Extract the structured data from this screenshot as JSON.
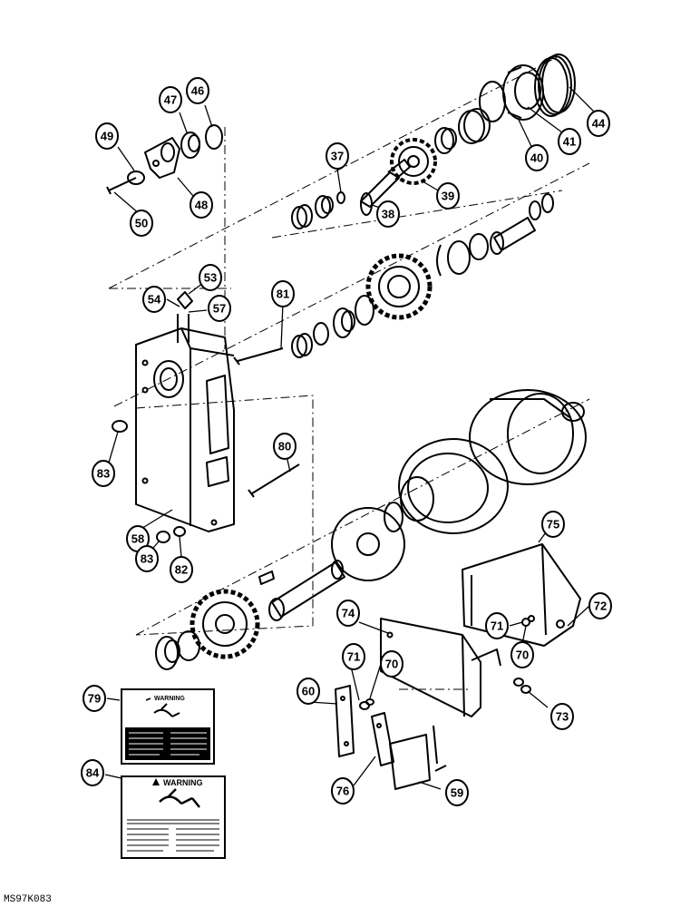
{
  "diagram": {
    "reference_code": "MS97K083",
    "warning_decals": [
      {
        "callout": "79",
        "heading": "WARNING"
      },
      {
        "callout": "84",
        "heading": "WARNING"
      }
    ],
    "callouts": [
      "37",
      "38",
      "39",
      "40",
      "41",
      "44",
      "46",
      "47",
      "48",
      "49",
      "50",
      "53",
      "54",
      "57",
      "58",
      "59",
      "60",
      "70",
      "71",
      "72",
      "73",
      "74",
      "75",
      "76",
      "79",
      "80",
      "81",
      "82",
      "83",
      "84"
    ]
  }
}
